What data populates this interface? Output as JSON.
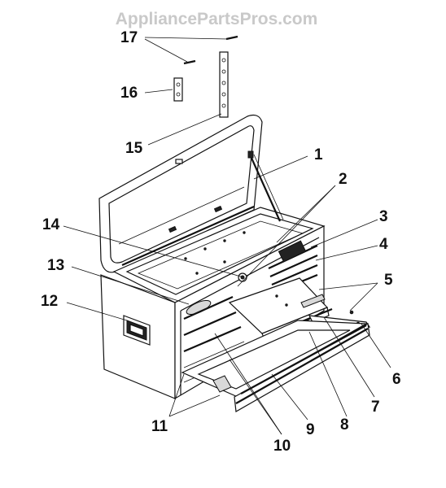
{
  "watermark": "AppliancePartsPros.com",
  "callouts": [
    {
      "id": "1",
      "text": "1"
    },
    {
      "id": "2",
      "text": "2"
    },
    {
      "id": "3",
      "text": "3"
    },
    {
      "id": "4",
      "text": "4"
    },
    {
      "id": "5",
      "text": "5"
    },
    {
      "id": "6",
      "text": "6"
    },
    {
      "id": "7",
      "text": "7"
    },
    {
      "id": "8",
      "text": "8"
    },
    {
      "id": "9",
      "text": "9"
    },
    {
      "id": "10",
      "text": "10"
    },
    {
      "id": "11",
      "text": "11"
    },
    {
      "id": "12",
      "text": "12"
    },
    {
      "id": "13",
      "text": "13"
    },
    {
      "id": "14",
      "text": "14"
    },
    {
      "id": "15",
      "text": "15"
    },
    {
      "id": "16",
      "text": "16"
    },
    {
      "id": "17",
      "text": "17"
    }
  ]
}
